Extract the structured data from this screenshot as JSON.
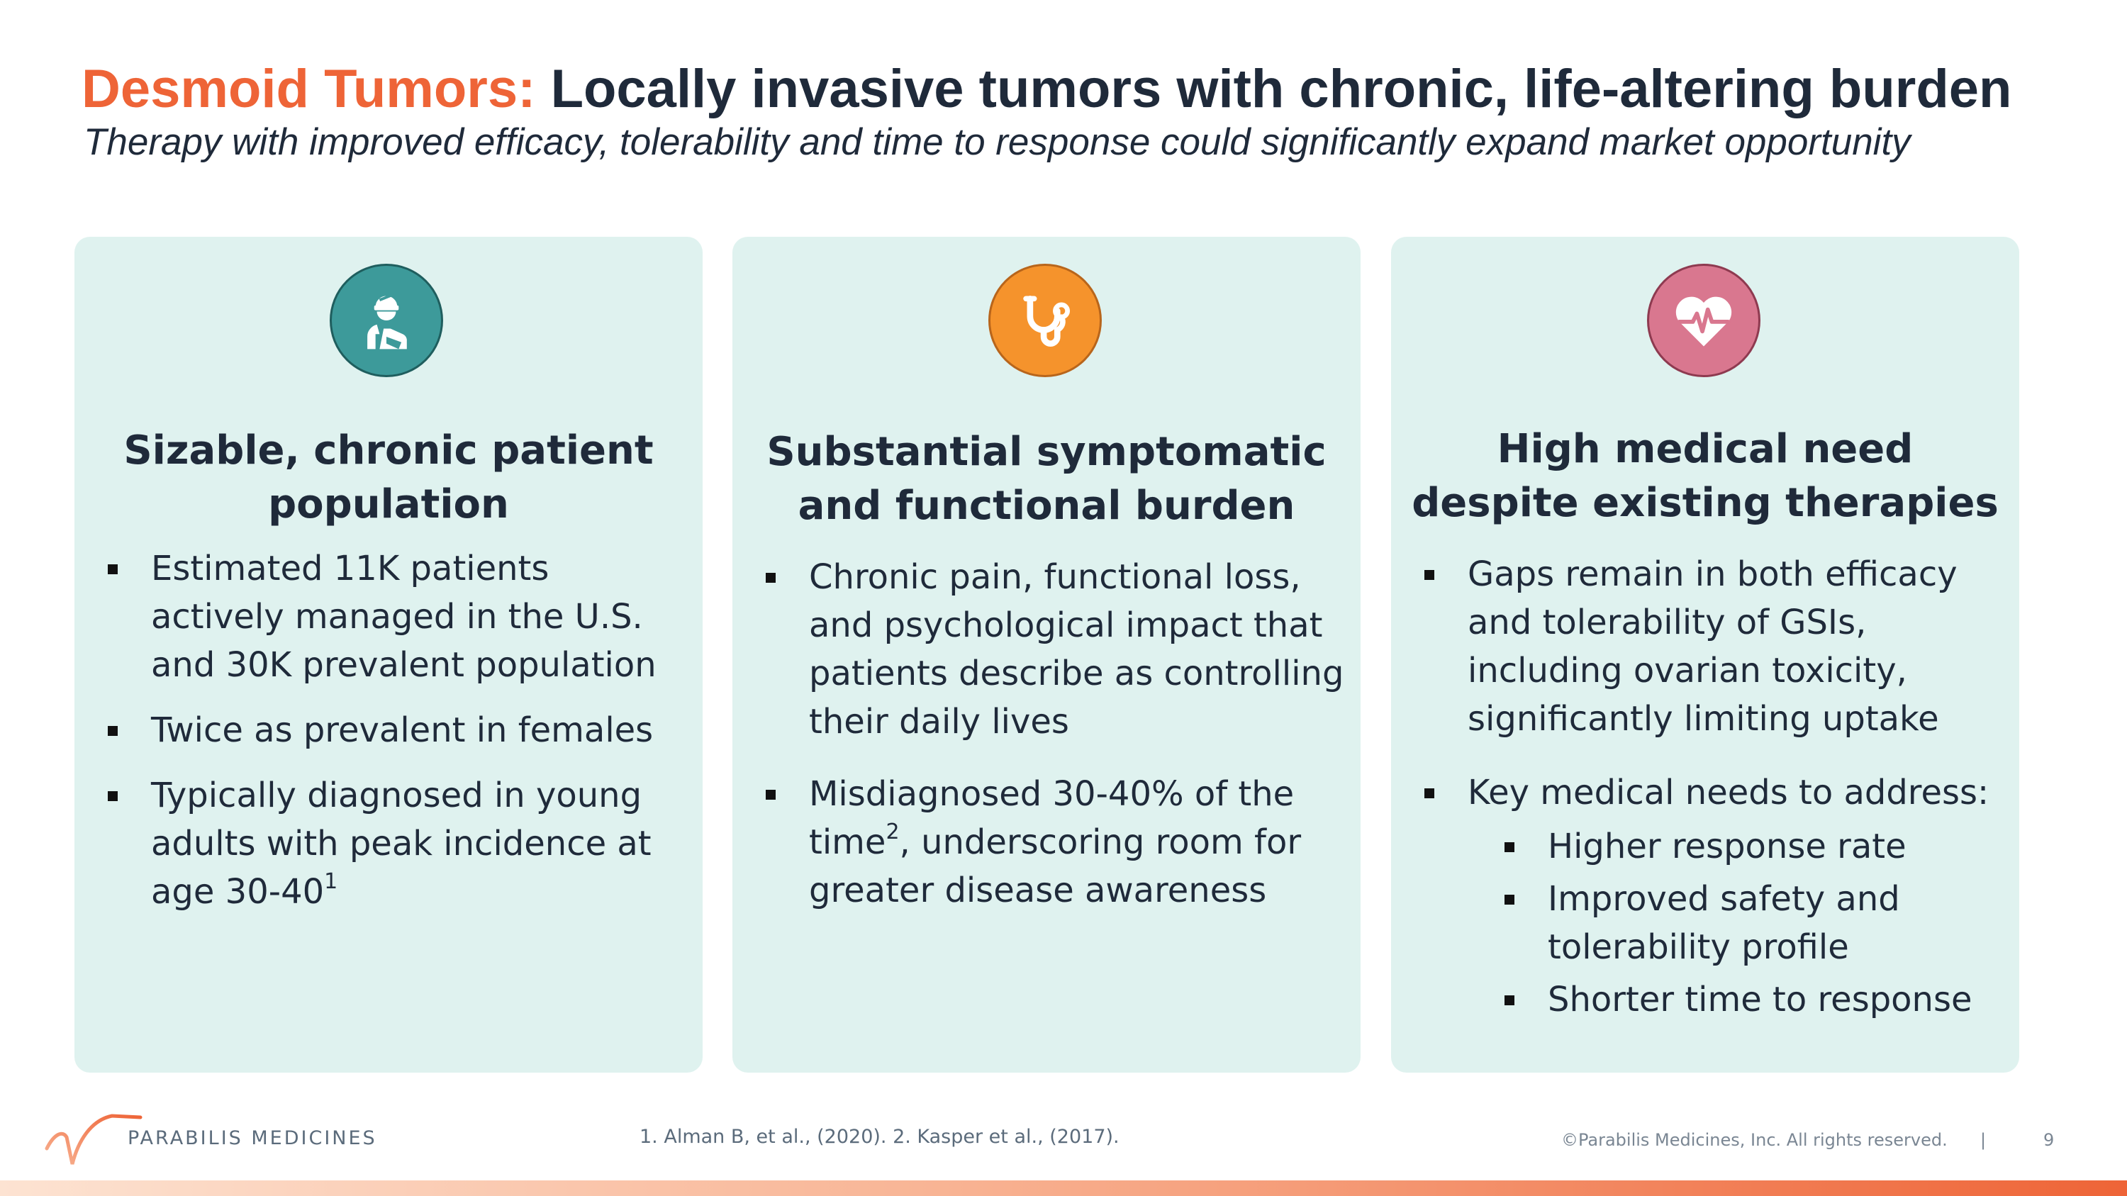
{
  "header": {
    "title_accent": "Desmoid Tumors:",
    "title_rest": "Locally invasive tumors with chronic, life-altering burden",
    "subtitle": "Therapy with improved efficacy, tolerability and time to response could significantly expand market opportunity"
  },
  "colors": {
    "accent": "#ee6437",
    "card_background": "#dff2ef",
    "icon_teal": "#3d9a9a",
    "icon_orange": "#f5932c",
    "icon_pink": "#d9778f"
  },
  "cards": [
    {
      "icon": "injured-patient-icon",
      "title_line1": "Sizable, chronic patient",
      "title_line2": "population",
      "bullets": [
        "Estimated 11K patients actively managed in the U.S. and 30K prevalent population",
        "Twice as prevalent in females",
        "Typically diagnosed in young adults with peak incidence at age 30-40"
      ],
      "bullet3_sup": "1"
    },
    {
      "icon": "stethoscope-icon",
      "title_line1": "Substantial symptomatic",
      "title_line2": "and functional burden",
      "bullets": [
        "Chronic pain, functional loss, and psychological impact that patients describe as controlling their daily lives"
      ],
      "bullet2_pre": "Misdiagnosed 30-40% of the time",
      "bullet2_sup": "2",
      "bullet2_post": ", underscoring room for greater disease awareness"
    },
    {
      "icon": "heart-pulse-icon",
      "title_line1": "High medical need",
      "title_line2": "despite existing therapies",
      "bullets": [
        "Gaps remain in both efficacy and tolerability of GSIs, including ovarian toxicity, significantly limiting uptake",
        "Key medical needs to address:"
      ],
      "sub_bullets": [
        "Higher response rate",
        "Improved safety and tolerability profile",
        "Shorter time to response"
      ]
    }
  ],
  "footer": {
    "logo_text": "PARABILIS MEDICINES",
    "references": "1. Alman B, et al., (2020). 2. Kasper et al., (2017).",
    "copyright": "©Parabilis Medicines, Inc.  All rights reserved.",
    "divider": "|",
    "page_number": "9"
  }
}
